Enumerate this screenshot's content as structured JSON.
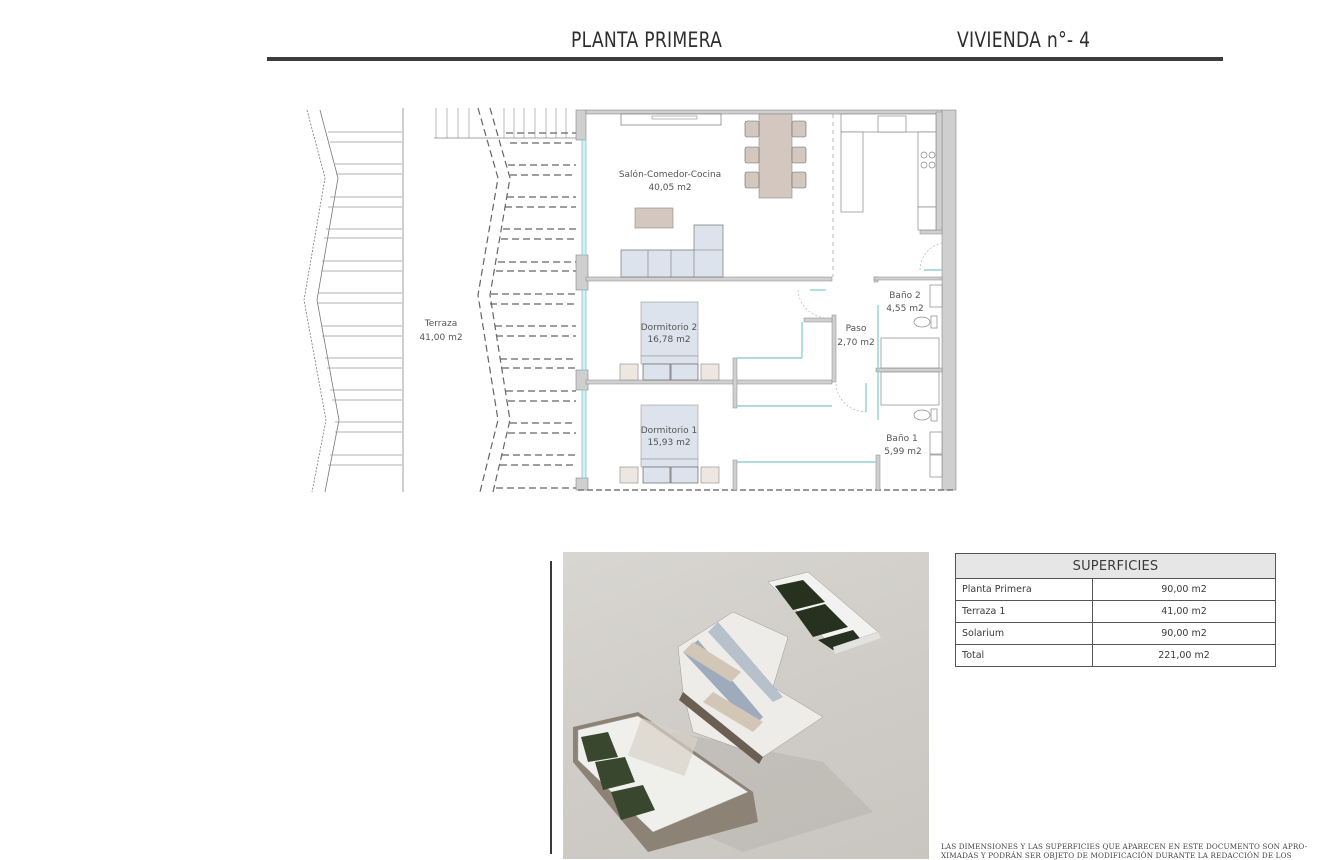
{
  "header": {
    "title": "PLANTA PRIMERA",
    "unit": "VIVIENDA n°- 4"
  },
  "floor_plan": {
    "rooms": [
      {
        "name": "Salón-Comedor-Cocina",
        "area": "40,05 m2"
      },
      {
        "name": "Dormitorio 2",
        "area": "16,78 m2"
      },
      {
        "name": "Dormitorio 1",
        "area": "15,93 m2"
      },
      {
        "name": "Paso",
        "area": "2,70 m2"
      },
      {
        "name": "Baño 2",
        "area": "4,55 m2"
      },
      {
        "name": "Baño 1",
        "area": "5,99  m2"
      },
      {
        "name": "Terraza",
        "area": "41,00 m2"
      }
    ]
  },
  "surfaces_table": {
    "title": "SUPERFICIES",
    "rows": [
      {
        "label": "Planta Primera",
        "value": "90,00 m2"
      },
      {
        "label": "Terraza 1",
        "value": "41,00 m2"
      },
      {
        "label": "Solarium",
        "value": "90,00 m2"
      },
      {
        "label": "Total",
        "value": "221,00 m2"
      }
    ]
  },
  "disclaimer": {
    "line1": "LAS DIMENSIONES Y LAS SUPERFICIES QUE APARECEN EN ESTE DOCUMENTO SON APRO-",
    "line2": "XIMADAS Y PODRÁN SER OBJETO DE MODIFICACIÓN DURANTE LA REDACCIÓN DE LOS"
  },
  "render": {
    "caption": "3D axonometric render of building"
  },
  "colors": {
    "wall": "#cfcfcf",
    "glass": "#a9dde0",
    "furniture_wood": "#d3c7bf",
    "furniture_fabric": "#dde3ec",
    "header_rule": "#3d3d3d"
  }
}
